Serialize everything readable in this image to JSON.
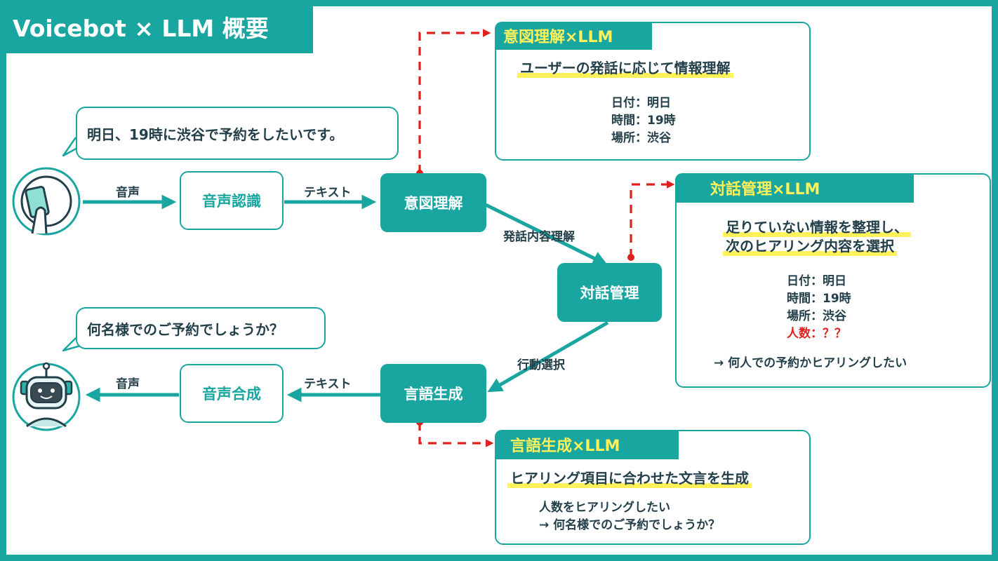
{
  "title": "Voicebot × LLM 概要",
  "user_bubble": "明日、19時に渋谷で予約をしたいです。",
  "bot_bubble": "何名様でのご予約でしょうか？",
  "nodes": {
    "speech_recognition": "音声認識",
    "intent_understanding": "意図理解",
    "dialog_management": "対話管理",
    "language_generation": "言語生成",
    "speech_synthesis": "音声合成"
  },
  "edge_labels": {
    "voice_in": "音声",
    "text_in": "テキスト",
    "utterance_understanding": "発話内容理解",
    "action_selection": "行動選択",
    "text_out": "テキスト",
    "voice_out": "音声"
  },
  "panels": {
    "intent": {
      "title": "意図理解×LLM",
      "headline": "ユーザーの発話に応じて情報理解",
      "items": [
        "日付：明日",
        "時間：19時",
        "場所：渋谷"
      ]
    },
    "dialog": {
      "title": "対話管理×LLM",
      "headline_lines": [
        "足りていない情報を整理し、",
        "次のヒアリング内容を選択"
      ],
      "items": [
        "日付：明日",
        "時間：19時",
        "場所：渋谷"
      ],
      "missing_item": "人数：？？",
      "note": "→ 何人での予約かヒアリングしたい"
    },
    "generation": {
      "title": "言語生成×LLM",
      "headline": "ヒアリング項目に合わせた文言を生成",
      "lines": [
        "人数をヒアリングしたい",
        "→ 何名様でのご予約でしょうか？"
      ]
    }
  },
  "colors": {
    "teal": "#1aa6a0",
    "dark_text": "#23404a",
    "highlight_yellow": "#fff15a",
    "dashed_red": "#e0201c",
    "white": "#ffffff"
  },
  "icons": {
    "user": "user-with-phone-icon",
    "bot": "robot-icon"
  }
}
